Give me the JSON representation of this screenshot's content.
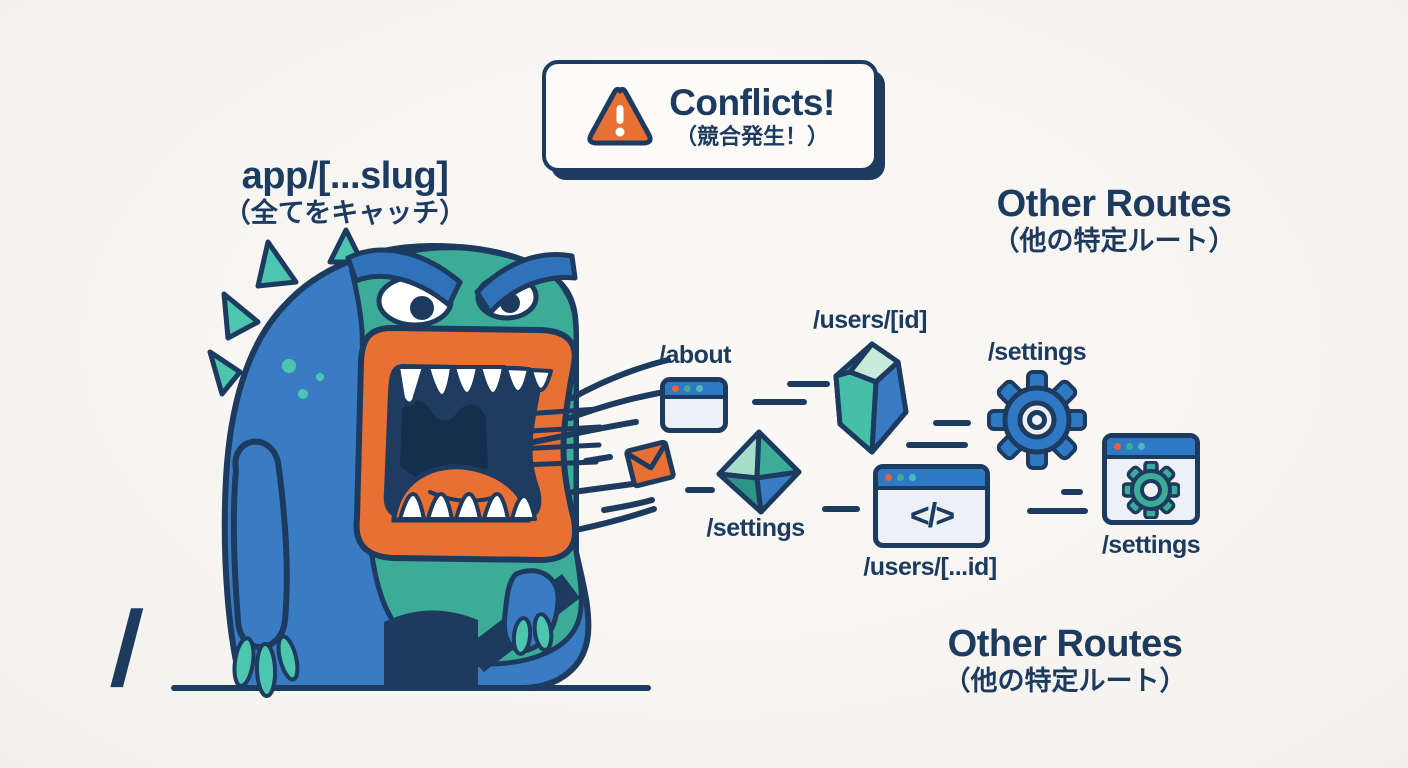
{
  "banner": {
    "title": "Conflicts!",
    "subtitle_ja": "（競合発生！）",
    "icon": "warning-triangle-icon",
    "accent_color": "#e97034"
  },
  "catch_all": {
    "title": "app/[...slug]",
    "subtitle_ja": "（全てをキャッチ）"
  },
  "other_routes_top": {
    "title": "Other Routes",
    "subtitle_ja": "（他の特定ルート）"
  },
  "other_routes_bottom": {
    "title": "Other Routes",
    "subtitle_ja": "（他の特定ルート）"
  },
  "root_route": "/",
  "routes": {
    "about": {
      "label": "/about",
      "icon": "browser-window-icon"
    },
    "users_id": {
      "label": "/users/[id]",
      "icon": "crystal-icon"
    },
    "settings_top": {
      "label": "/settings",
      "icon": "gear-icon"
    },
    "settings_mid": {
      "label": "/settings",
      "icon": "diamond-icon"
    },
    "users_catch_all": {
      "label": "/users/[...id]",
      "icon": "code-window-icon",
      "glyph": "</>"
    },
    "settings_right": {
      "label": "/settings",
      "icon": "gear-window-icon"
    }
  },
  "illustration": {
    "name": "angry-catch-all-monster",
    "icon": "monster-icon"
  },
  "colors": {
    "navy": "#1d3a5f",
    "blue": "#3a7cc3",
    "teal": "#3cab97",
    "teal_light": "#4cc6ae",
    "mint": "#c9e9dd",
    "orange": "#e97034",
    "background": "#f7f5f1",
    "panel": "#fcfbf8",
    "window_body": "#edf1f6"
  }
}
